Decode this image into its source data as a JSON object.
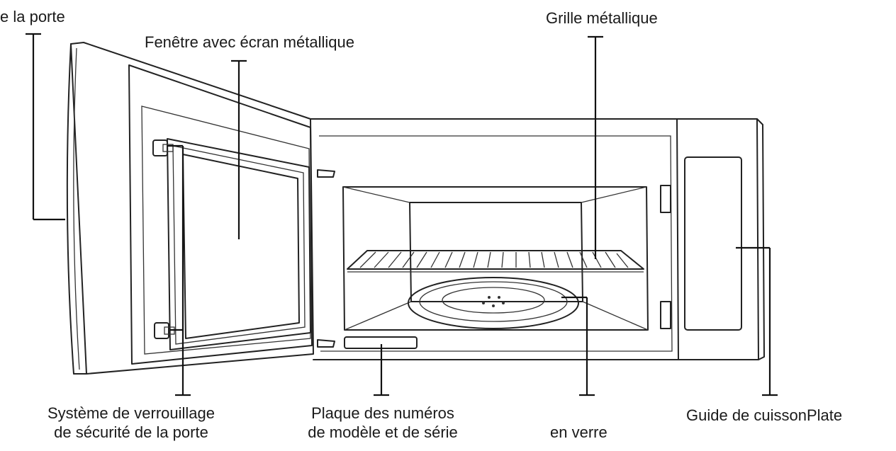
{
  "labels": {
    "door_handle": "e la porte",
    "window": "Fenêtre avec écran métallique",
    "rack": "Grille métallique",
    "door_lock_line1": "Système de verrouillage",
    "door_lock_line2": "de sécurité de la porte",
    "plate_line1": "Plaque des numéros",
    "plate_line2": "de modèle et de série",
    "glass_tray": "en verre",
    "cooking_guide": "Guide de cuissonPlate"
  }
}
